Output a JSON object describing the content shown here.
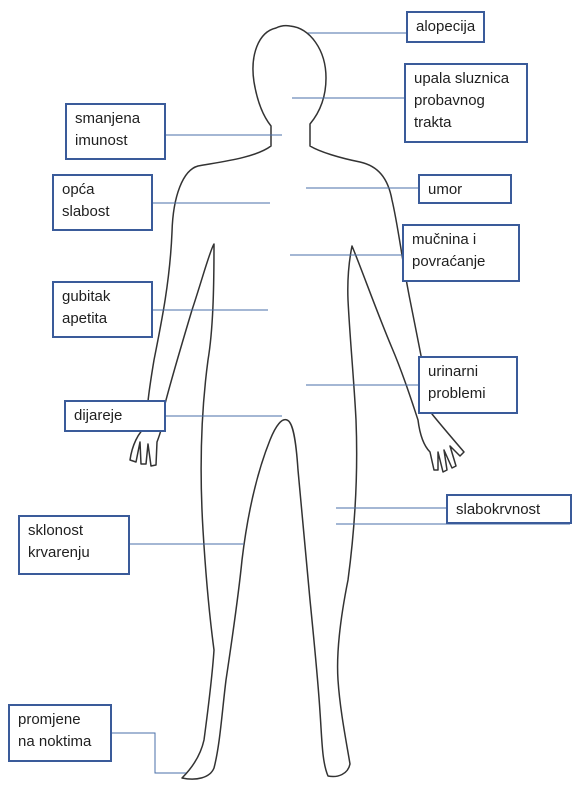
{
  "labels": {
    "alopecija": [
      "alopecija"
    ],
    "upala_sluznica": [
      "upala sluznica",
      "probavnog",
      "trakta"
    ],
    "smanjena_imunost": [
      "smanjena",
      "imunost"
    ],
    "opca_slabost": [
      "opća",
      "slabost"
    ],
    "umor": [
      "umor"
    ],
    "mucnina": [
      "mučnina i",
      "povraćanje"
    ],
    "gubitak_apetita": [
      "gubitak",
      "apetita"
    ],
    "urinarni_problemi": [
      "urinarni",
      "problemi"
    ],
    "dijareje": [
      "dijareje"
    ],
    "slabokrvnost": [
      "slabokrvnost"
    ],
    "sklonost_krvarenju": [
      "sklonost",
      "krvarenju"
    ],
    "promjene_noktima": [
      "promjene",
      "na noktima"
    ]
  },
  "colors": {
    "box_border": "#3a5b9a",
    "leader_line": "#4a6fa8",
    "body_outline": "#333333"
  }
}
